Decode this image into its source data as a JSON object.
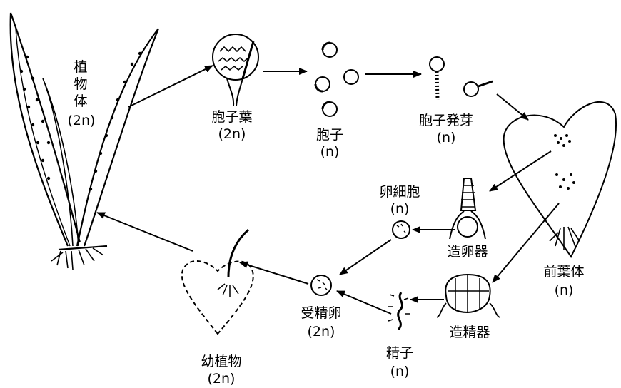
{
  "diagram": {
    "labels": {
      "plant": {
        "l1": "植",
        "l2": "物",
        "l3": "体",
        "ploidy": "(2n)"
      },
      "sporophyll": {
        "name": "胞子葉",
        "ploidy": "(2n)"
      },
      "spore": {
        "name": "胞子",
        "ploidy": "(n)"
      },
      "spore_germination": {
        "name": "胞子発芽",
        "ploidy": "(n)"
      },
      "prothallus": {
        "name": "前葉体",
        "ploidy": "(n)"
      },
      "egg_cell": {
        "name": "卵細胞",
        "ploidy": "(n)"
      },
      "archegonium": {
        "name": "造卵器"
      },
      "antheridium": {
        "name": "造精器"
      },
      "sperm": {
        "name": "精子",
        "ploidy": "(n)"
      },
      "zygote": {
        "name": "受精卵",
        "ploidy": "(2n)"
      },
      "young_plant": {
        "name": "幼植物",
        "ploidy": "(2n)"
      }
    }
  }
}
